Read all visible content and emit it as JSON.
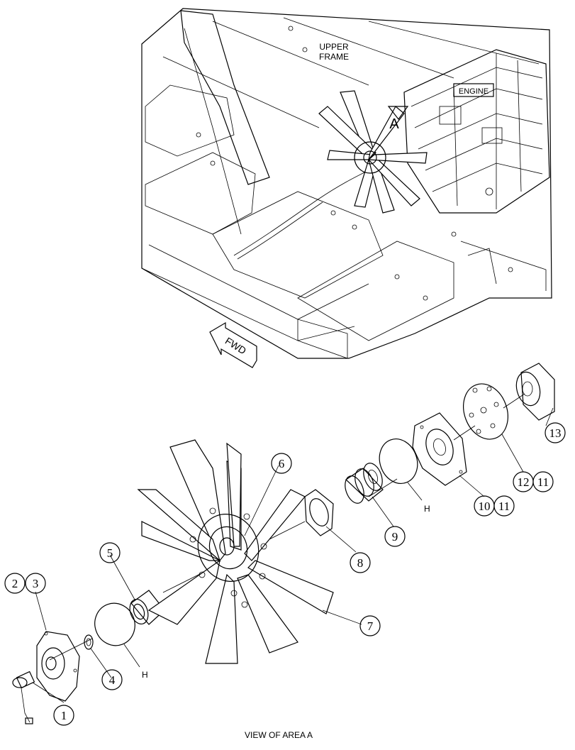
{
  "labels": {
    "upper_frame": [
      "UPPER",
      "FRAME"
    ],
    "engine": "ENGINE",
    "area_letter": "A",
    "fwd": "FWD",
    "view_caption": "VIEW OF AREA A",
    "h_left": "H",
    "h_right": "H"
  },
  "callouts": [
    "1",
    "2",
    "3",
    "4",
    "5",
    "6",
    "7",
    "8",
    "9",
    "10",
    "11",
    "12",
    "11",
    "13"
  ],
  "colors": {
    "ink": "#000000",
    "paper": "#ffffff"
  }
}
